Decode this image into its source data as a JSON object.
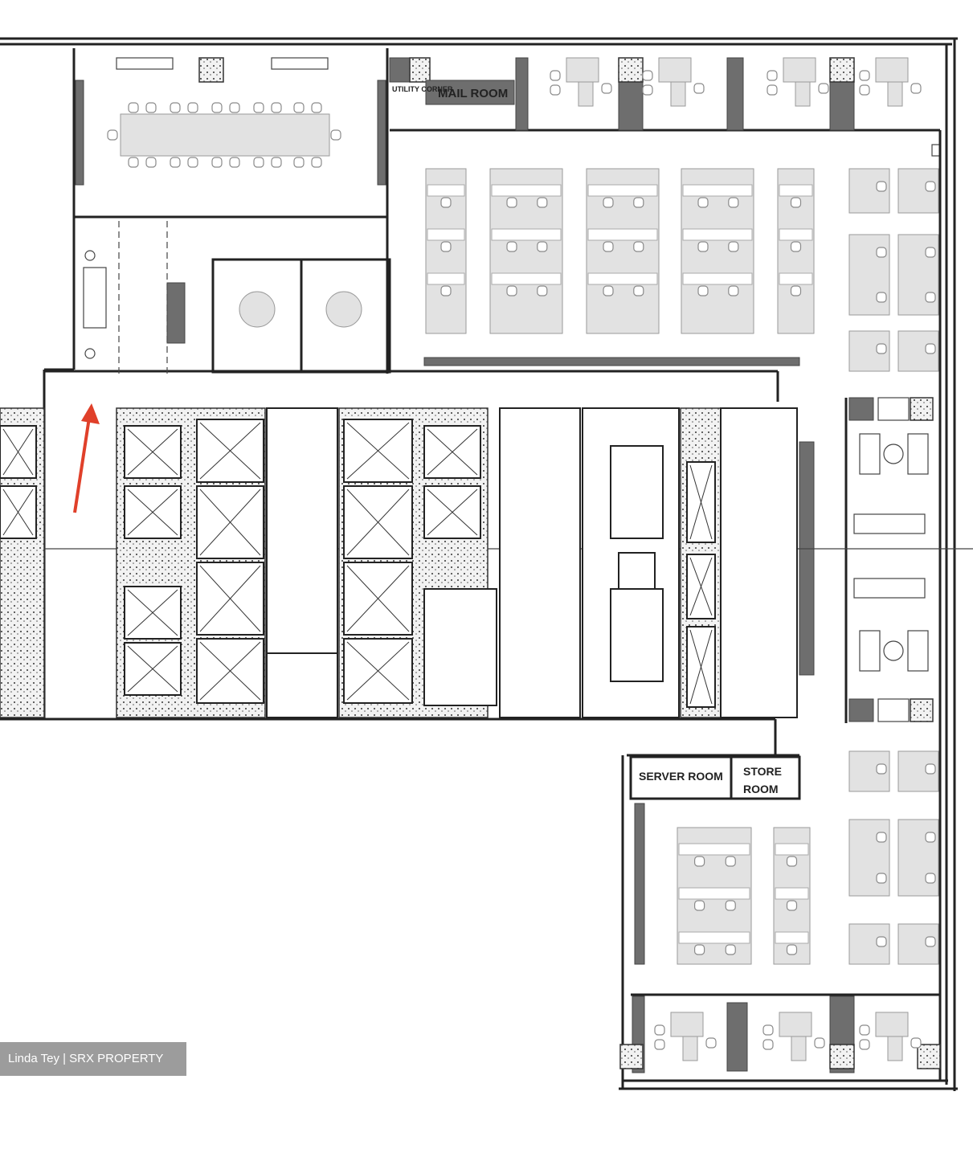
{
  "plan": {
    "rooms": {
      "utility_corner": "UTILITY CORNER",
      "mail_room": "MAIL ROOM",
      "server_room": "SERVER ROOM",
      "store_room_line1": "STORE",
      "store_room_line2": "ROOM"
    },
    "arrow_color": "#e0402a",
    "wall_color": "#222222",
    "desk_color": "#e2e2e2"
  },
  "watermark": "Linda Tey | SRX PROPERTY"
}
